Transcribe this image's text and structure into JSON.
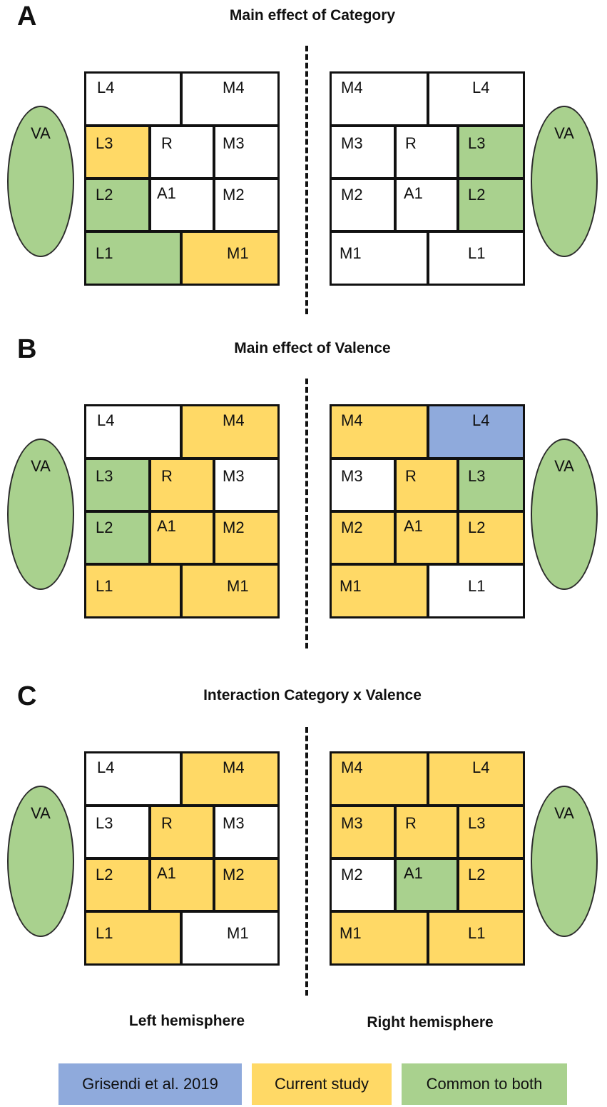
{
  "colors": {
    "grisendi": "#8faadc",
    "current": "#ffd966",
    "common": "#a9d18e",
    "none": "#ffffff"
  },
  "va_label": "VA",
  "panels": [
    {
      "letter": "A",
      "title": "Main effect of Category",
      "left": [
        {
          "label": "L4",
          "fill": "none"
        },
        {
          "label": "M4",
          "fill": "none"
        },
        {
          "label": "L3",
          "fill": "current"
        },
        {
          "label": "R",
          "fill": "none"
        },
        {
          "label": "M3",
          "fill": "none"
        },
        {
          "label": "L2",
          "fill": "common"
        },
        {
          "label": "A1",
          "fill": "none"
        },
        {
          "label": "M2",
          "fill": "none"
        },
        {
          "label": "L1",
          "fill": "common"
        },
        {
          "label": "M1",
          "fill": "current"
        }
      ],
      "right": [
        {
          "label": "M4",
          "fill": "none"
        },
        {
          "label": "L4",
          "fill": "none"
        },
        {
          "label": "M3",
          "fill": "none"
        },
        {
          "label": "R",
          "fill": "none"
        },
        {
          "label": "L3",
          "fill": "common"
        },
        {
          "label": "M2",
          "fill": "none"
        },
        {
          "label": "A1",
          "fill": "none"
        },
        {
          "label": "L2",
          "fill": "common"
        },
        {
          "label": "M1",
          "fill": "none"
        },
        {
          "label": "L1",
          "fill": "none"
        }
      ]
    },
    {
      "letter": "B",
      "title": "Main effect of Valence",
      "left": [
        {
          "label": "L4",
          "fill": "none"
        },
        {
          "label": "M4",
          "fill": "current"
        },
        {
          "label": "L3",
          "fill": "common"
        },
        {
          "label": "R",
          "fill": "current"
        },
        {
          "label": "M3",
          "fill": "none"
        },
        {
          "label": "L2",
          "fill": "common"
        },
        {
          "label": "A1",
          "fill": "current"
        },
        {
          "label": "M2",
          "fill": "current"
        },
        {
          "label": "L1",
          "fill": "current"
        },
        {
          "label": "M1",
          "fill": "current"
        }
      ],
      "right": [
        {
          "label": "M4",
          "fill": "current"
        },
        {
          "label": "L4",
          "fill": "grisendi"
        },
        {
          "label": "M3",
          "fill": "none"
        },
        {
          "label": "R",
          "fill": "current"
        },
        {
          "label": "L3",
          "fill": "common"
        },
        {
          "label": "M2",
          "fill": "current"
        },
        {
          "label": "A1",
          "fill": "current"
        },
        {
          "label": "L2",
          "fill": "current"
        },
        {
          "label": "M1",
          "fill": "current"
        },
        {
          "label": "L1",
          "fill": "none"
        }
      ]
    },
    {
      "letter": "C",
      "title": "Interaction Category x Valence",
      "left": [
        {
          "label": "L4",
          "fill": "none"
        },
        {
          "label": "M4",
          "fill": "current"
        },
        {
          "label": "L3",
          "fill": "none"
        },
        {
          "label": "R",
          "fill": "current"
        },
        {
          "label": "M3",
          "fill": "none"
        },
        {
          "label": "L2",
          "fill": "current"
        },
        {
          "label": "A1",
          "fill": "current"
        },
        {
          "label": "M2",
          "fill": "current"
        },
        {
          "label": "L1",
          "fill": "current"
        },
        {
          "label": "M1",
          "fill": "none"
        }
      ],
      "right": [
        {
          "label": "M4",
          "fill": "current"
        },
        {
          "label": "L4",
          "fill": "current"
        },
        {
          "label": "M3",
          "fill": "current"
        },
        {
          "label": "R",
          "fill": "current"
        },
        {
          "label": "L3",
          "fill": "current"
        },
        {
          "label": "M2",
          "fill": "none"
        },
        {
          "label": "A1",
          "fill": "common"
        },
        {
          "label": "L2",
          "fill": "current"
        },
        {
          "label": "M1",
          "fill": "current"
        },
        {
          "label": "L1",
          "fill": "current"
        }
      ]
    }
  ],
  "hemispheres": {
    "left": "Left hemisphere",
    "right": "Right hemisphere"
  },
  "legend": [
    {
      "label": "Grisendi et al. 2019",
      "fill": "grisendi"
    },
    {
      "label": "Current study",
      "fill": "current"
    },
    {
      "label": "Common to both",
      "fill": "common"
    }
  ]
}
